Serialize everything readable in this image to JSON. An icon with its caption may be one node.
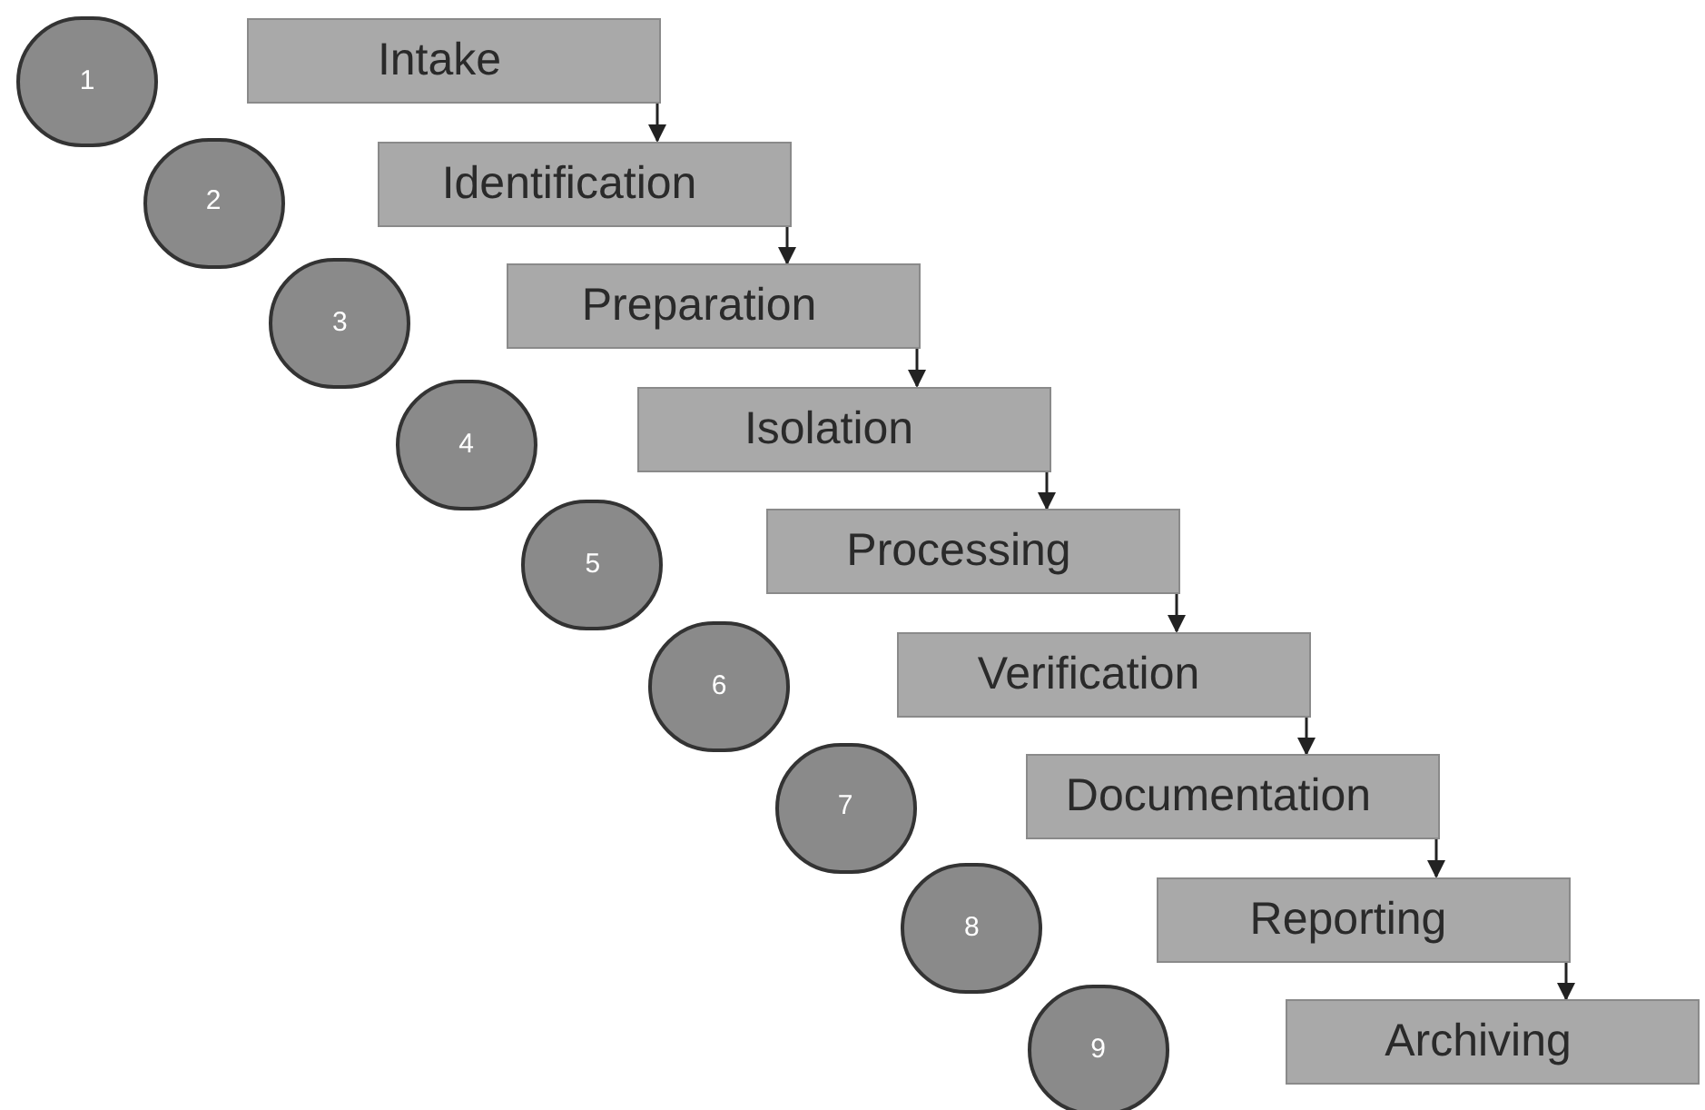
{
  "diagram": {
    "nodes": [
      {
        "text": [
          "1"
        ]
      },
      {
        "text": [
          "Intake"
        ]
      },
      {
        "text": [
          "2"
        ]
      },
      {
        "text": [
          "Identification"
        ]
      },
      {
        "text": [
          "3"
        ]
      },
      {
        "text": [
          "Preparation"
        ]
      },
      {
        "text": [
          "4"
        ]
      },
      {
        "text": [
          "Isolation"
        ]
      },
      {
        "text": [
          "5"
        ]
      },
      {
        "text": [
          "Processing"
        ]
      },
      {
        "text": [
          "6"
        ]
      },
      {
        "text": [
          "Verification"
        ]
      },
      {
        "text": [
          "7"
        ]
      },
      {
        "text": [
          "Documentation"
        ]
      },
      {
        "text": [
          "8"
        ]
      },
      {
        "text": [
          "Reporting"
        ]
      },
      {
        "text": [
          "9"
        ]
      },
      {
        "text": [
          "Archiving"
        ]
      }
    ],
    "edges": [
      {
        "from": 1,
        "to": 3,
        "arrow": "to"
      },
      {
        "from": 3,
        "to": 5,
        "arrow": "to"
      },
      {
        "from": 5,
        "to": 7,
        "arrow": "to"
      },
      {
        "from": 7,
        "to": 9,
        "arrow": "to"
      },
      {
        "from": 9,
        "to": 11,
        "arrow": "to"
      },
      {
        "from": 11,
        "to": 13,
        "arrow": "to"
      },
      {
        "from": 13,
        "to": 15,
        "arrow": "to"
      },
      {
        "from": 15,
        "to": 17,
        "arrow": "to"
      }
    ]
  }
}
